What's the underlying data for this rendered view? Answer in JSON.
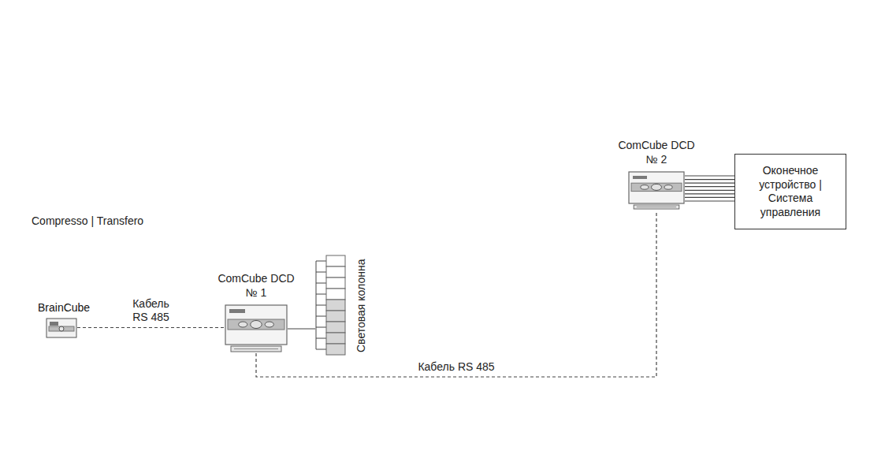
{
  "diagram": {
    "nodes": [
      {
        "text": [
          "Compresso | Transfero"
        ]
      },
      {
        "text": [
          "BrainCube"
        ],
        "in": 0
      },
      {
        "text": [
          "ComCube DCD № 1"
        ]
      },
      {
        "text": [
          "Световая колонна"
        ]
      },
      {
        "text": [
          "ComCube DCD № 2"
        ]
      },
      {
        "text": [
          "Оконечное устройство | Система управления"
        ]
      }
    ],
    "edges": [
      {
        "from": 1,
        "to": 2,
        "arrow": "none",
        "label": "Кабель RS 485"
      },
      {
        "from": 2,
        "to": 3,
        "arrow": "none"
      },
      {
        "from": 2,
        "to": 4,
        "arrow": "none",
        "label": "Кабель RS 485"
      },
      {
        "from": 4,
        "to": 5,
        "arrow": "none"
      }
    ]
  }
}
